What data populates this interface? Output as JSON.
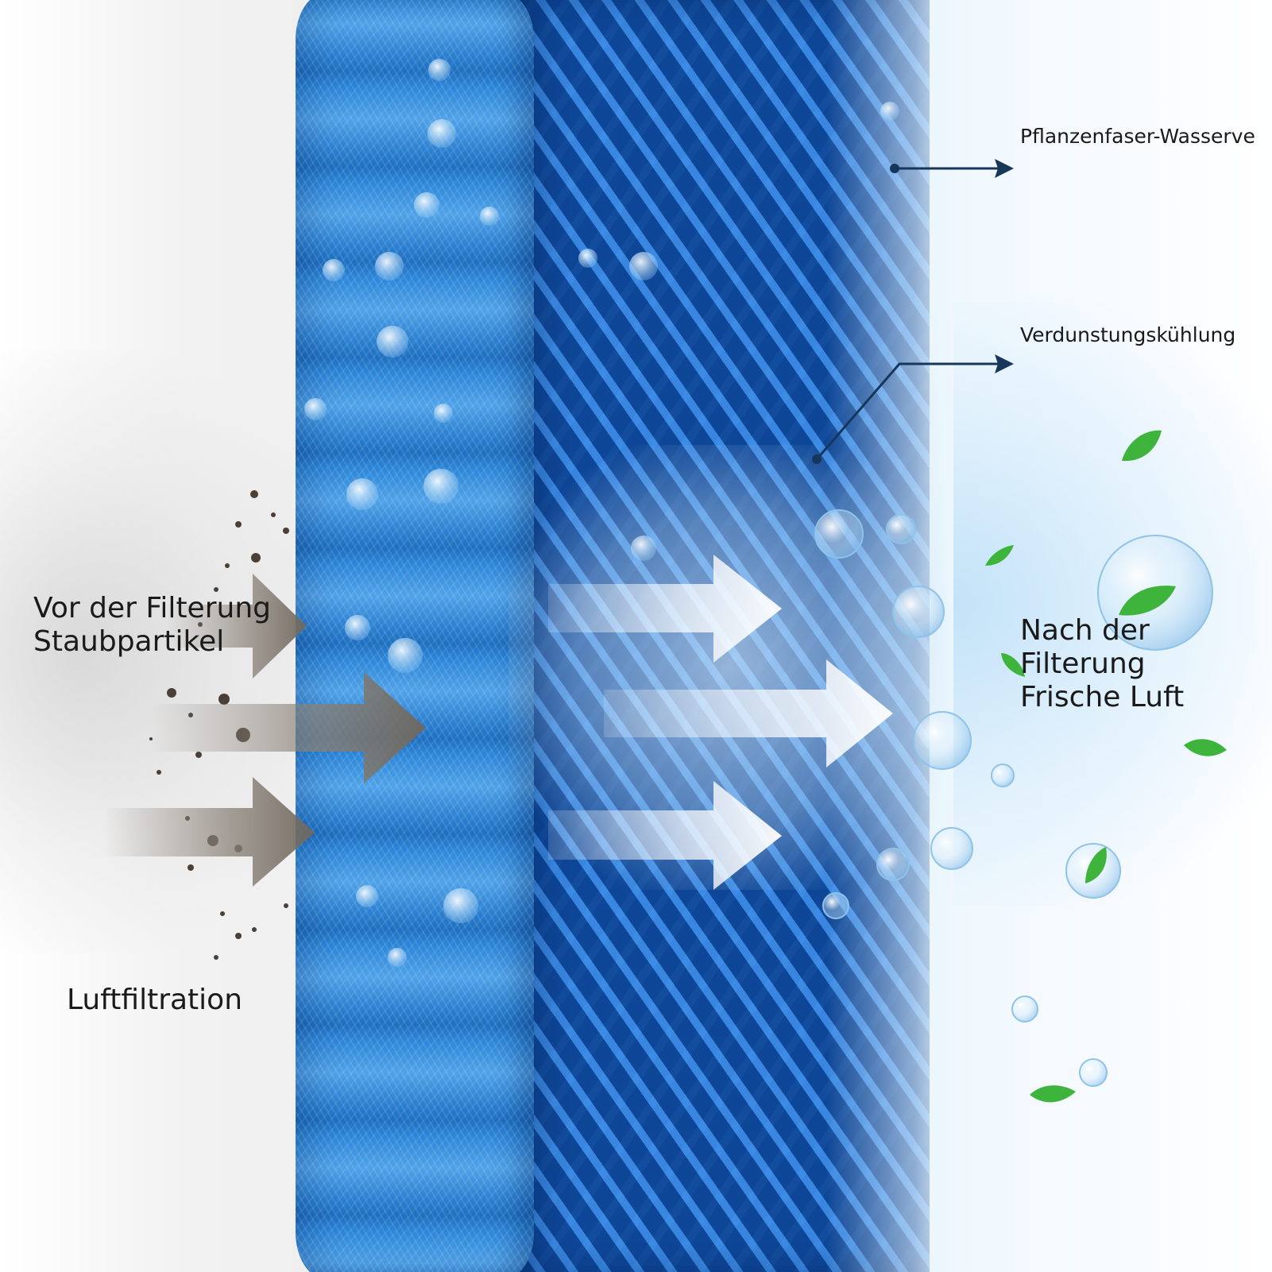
{
  "labels": {
    "pflanzen": "Pflanzenfaser-Wasserve",
    "verdunstung": "Verdunstungskühlung",
    "vor_filterung": "Vor der Filterung\nStaubpartikel",
    "nach_filterung": "Nach der\nFilterung\nFrische Luft",
    "luftfiltration": "Luftfiltration"
  },
  "colors": {
    "filter_blue": "#2c86d8",
    "callout_navy": "#16365a",
    "dust_arrow": "#8a8278",
    "clean_arrow": "#ffffff",
    "leaf_green": "#3fb43c"
  },
  "icons": {
    "leaf": "leaf-icon",
    "bubble": "bubble-icon",
    "arrow": "arrow-icon"
  }
}
